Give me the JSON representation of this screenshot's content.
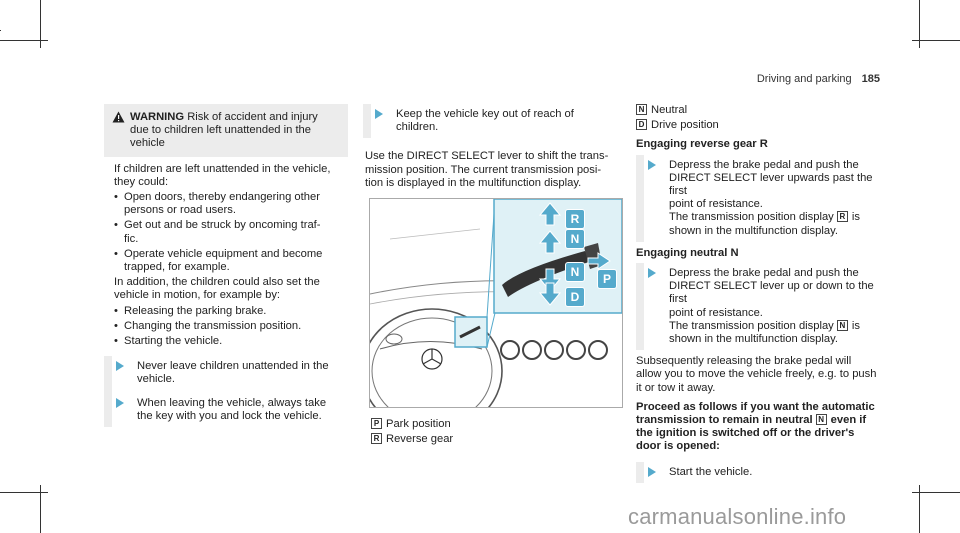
{
  "header": {
    "section": "Driving and parking",
    "page": "185"
  },
  "col1": {
    "warning_title": "WARNING",
    "warning_text_1": "Risk of accident and injury",
    "warning_text_2": "due to children left unattended in the",
    "warning_text_3": "vehicle",
    "intro_1": "If children are left unattended in the vehicle,",
    "intro_2": "they could:",
    "b1_l1": "Open doors, thereby endangering other",
    "b1_l2": "persons or road users.",
    "b2_l1": "Get out and be struck by oncoming traf-",
    "b2_l2": "fic.",
    "b3_l1": "Operate vehicle equipment and become",
    "b3_l2": "trapped, for example.",
    "addition_1": "In addition, the children could also set the",
    "addition_2": "vehicle in motion, for example by:",
    "b4": "Releasing the parking brake.",
    "b5": "Changing the transmission position.",
    "b6": "Starting the vehicle.",
    "s1_l1": "Never leave children unattended in the",
    "s1_l2": "vehicle.",
    "s2_l1": "When leaving the vehicle, always take",
    "s2_l2": "the key with you and lock the vehicle."
  },
  "col2": {
    "s1_l1": "Keep the vehicle key out of reach of",
    "s1_l2": "children.",
    "p1": "Use the DIRECT SELECT lever to shift the trans-",
    "p2": "mission position. The current transmission posi-",
    "p3": "tion is displayed in the multifunction display.",
    "figure_labels": [
      "R",
      "N",
      "N",
      "P",
      "D"
    ],
    "legend_p_key": "P",
    "legend_p": "Park position",
    "legend_r_key": "R",
    "legend_r": "Reverse gear"
  },
  "col3": {
    "n_key": "N",
    "n_text": "Neutral",
    "d_key": "D",
    "d_text": "Drive position",
    "h1": "Engaging reverse gear R",
    "s1_l1": "Depress the brake pedal and push the",
    "s1_l2": "DIRECT SELECT lever upwards past the first",
    "s1_l3": "point of resistance.",
    "s1_l4a": "The transmission position display",
    "s1_key": "R",
    "s1_l4b": "is",
    "s1_l5": "shown in the multifunction display.",
    "h2": "Engaging neutral N",
    "s2_l1": "Depress the brake pedal and push the",
    "s2_l2": "DIRECT SELECT lever up or down to the first",
    "s2_l3": "point of resistance.",
    "s2_l4a": "The transmission position display",
    "s2_key": "N",
    "s2_l4b": "is",
    "s2_l5": "shown in the multifunction display.",
    "sub_1": "Subsequently releasing the brake pedal will",
    "sub_2": "allow you to move the vehicle freely, e.g. to push",
    "sub_3": "it or tow it away.",
    "h3_l1": "Proceed as follows if you want the automatic",
    "h3_l2a": "transmission to remain in neutral",
    "h3_key": "N",
    "h3_l2b": "even if",
    "h3_l3": "the ignition is switched off or the driver's",
    "h3_l4": "door is opened:",
    "s3": "Start the vehicle."
  },
  "watermark": "carmanualsonline.info",
  "colors": {
    "accent": "#55aacc",
    "panel": "#dff1f6",
    "boxbg": "#ececec"
  }
}
